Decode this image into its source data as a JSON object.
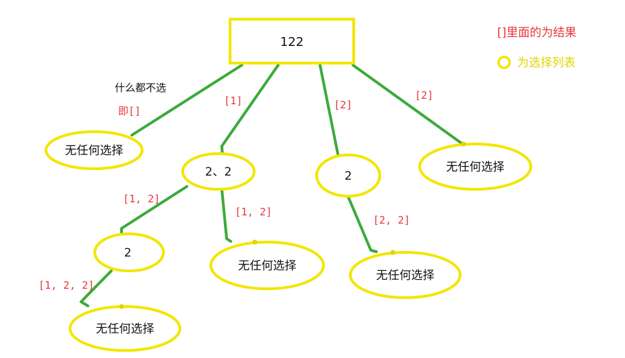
{
  "colors": {
    "edge": "#3caa3c",
    "node_stroke": "#f2e600",
    "label_red": "#e8333a",
    "legend_yellow": "#e6d200",
    "text": "#111111"
  },
  "root": {
    "label": "122"
  },
  "nodes": {
    "leaf_left": "无任何选择",
    "mid_left": "2、2",
    "mid_right": "2",
    "leaf_right": "无任何选择",
    "lower_left": "2",
    "lower_mid": "无任何选择",
    "lower_right": "无任何选择",
    "bottom_left": "无任何选择"
  },
  "edges": {
    "note": "什么都不选",
    "empty": "即[]",
    "to_mid_left": "[1]",
    "to_mid_right": "[2]",
    "to_leaf_right": "[2]",
    "to_lower_left": "[1, 2]",
    "to_lower_mid": "[1, 2]",
    "to_lower_right": "[2, 2]",
    "to_bottom_left": "[1, 2, 2]"
  },
  "legend": {
    "result": "[]里面的为结果",
    "choices": "为选择列表"
  }
}
